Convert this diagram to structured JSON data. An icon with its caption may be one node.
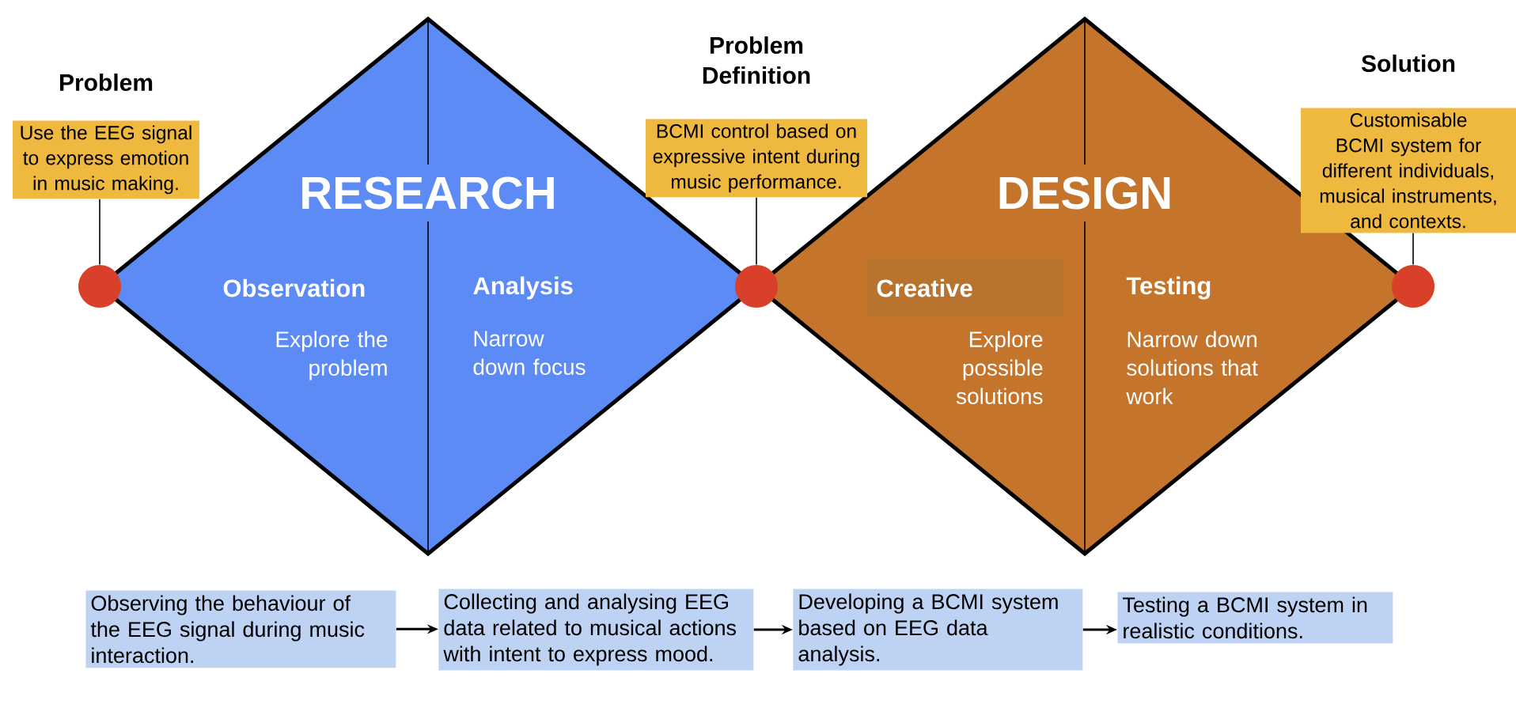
{
  "diagram": {
    "nodes": [
      {
        "text": [
          "RESEARCH"
        ]
      },
      {
        "text": [
          "Observation",
          "Explore the problem"
        ],
        "in": 0
      },
      {
        "text": [
          "Analysis",
          "Narrow down focus"
        ],
        "in": 0
      },
      {
        "text": [
          "DESIGN"
        ]
      },
      {
        "text": [
          "Creative",
          "Explore possible solutions"
        ],
        "in": 3
      },
      {
        "text": [
          "Testing",
          "Narrow down solutions that work"
        ],
        "in": 3
      },
      {
        "text": [],
        "shape": "circle"
      },
      {
        "text": [],
        "shape": "circle"
      },
      {
        "text": [],
        "shape": "circle"
      },
      {
        "text": [
          "Problem",
          "Use the EEG signal to express emotion in music making."
        ]
      },
      {
        "text": [
          "Problem Definition",
          "BCMI control based on expressive intent during music performance."
        ]
      },
      {
        "text": [
          "Solution",
          "Customisable BCMI system for different individuals, musical instruments, and contexts."
        ]
      },
      {
        "text": [
          "Observing the behaviour of the EEG signal during music interaction."
        ]
      },
      {
        "text": [
          "Collecting and analysing EEG data related to musical actions with intent to express mood."
        ]
      },
      {
        "text": [
          "Developing a BCMI system based on EEG data analysis."
        ]
      },
      {
        "text": [
          "Testing a BCMI system in realistic conditions."
        ]
      }
    ],
    "edges": [
      {
        "from": 9,
        "to": 6,
        "arrow": "none"
      },
      {
        "from": 10,
        "to": 7,
        "arrow": "none"
      },
      {
        "from": 11,
        "to": 8,
        "arrow": "none"
      },
      {
        "from": 12,
        "to": 13,
        "arrow": "to"
      },
      {
        "from": 13,
        "to": 14,
        "arrow": "to"
      },
      {
        "from": 14,
        "to": 15,
        "arrow": "to"
      }
    ]
  }
}
